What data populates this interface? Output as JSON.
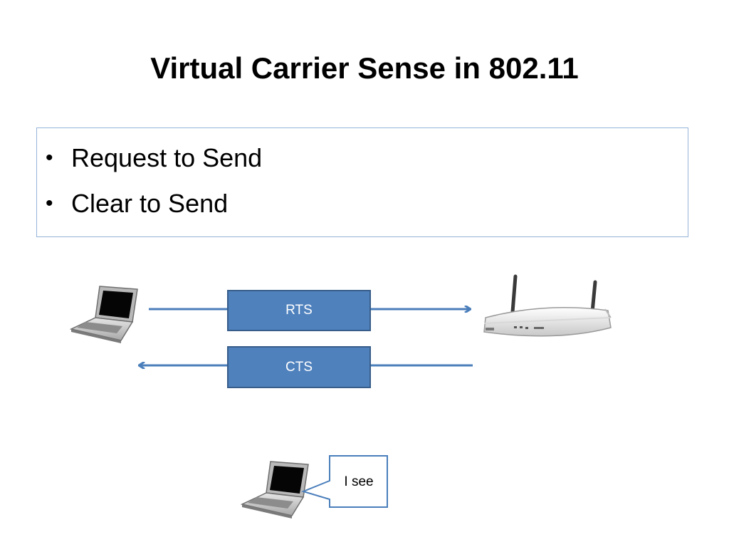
{
  "slide": {
    "title": "Virtual Carrier Sense in 802.11"
  },
  "bullets": [
    "Request to Send",
    "Clear to Send"
  ],
  "diagram": {
    "rts_label": "RTS",
    "cts_label": "CTS",
    "callout_text": "I see",
    "colors": {
      "box_fill": "#4f81bd",
      "box_border": "#385d8a",
      "arrow": "#4a7ebb",
      "bullet_border": "#95b3d7"
    },
    "icons": [
      "laptop-icon",
      "wireless-router-icon"
    ]
  }
}
